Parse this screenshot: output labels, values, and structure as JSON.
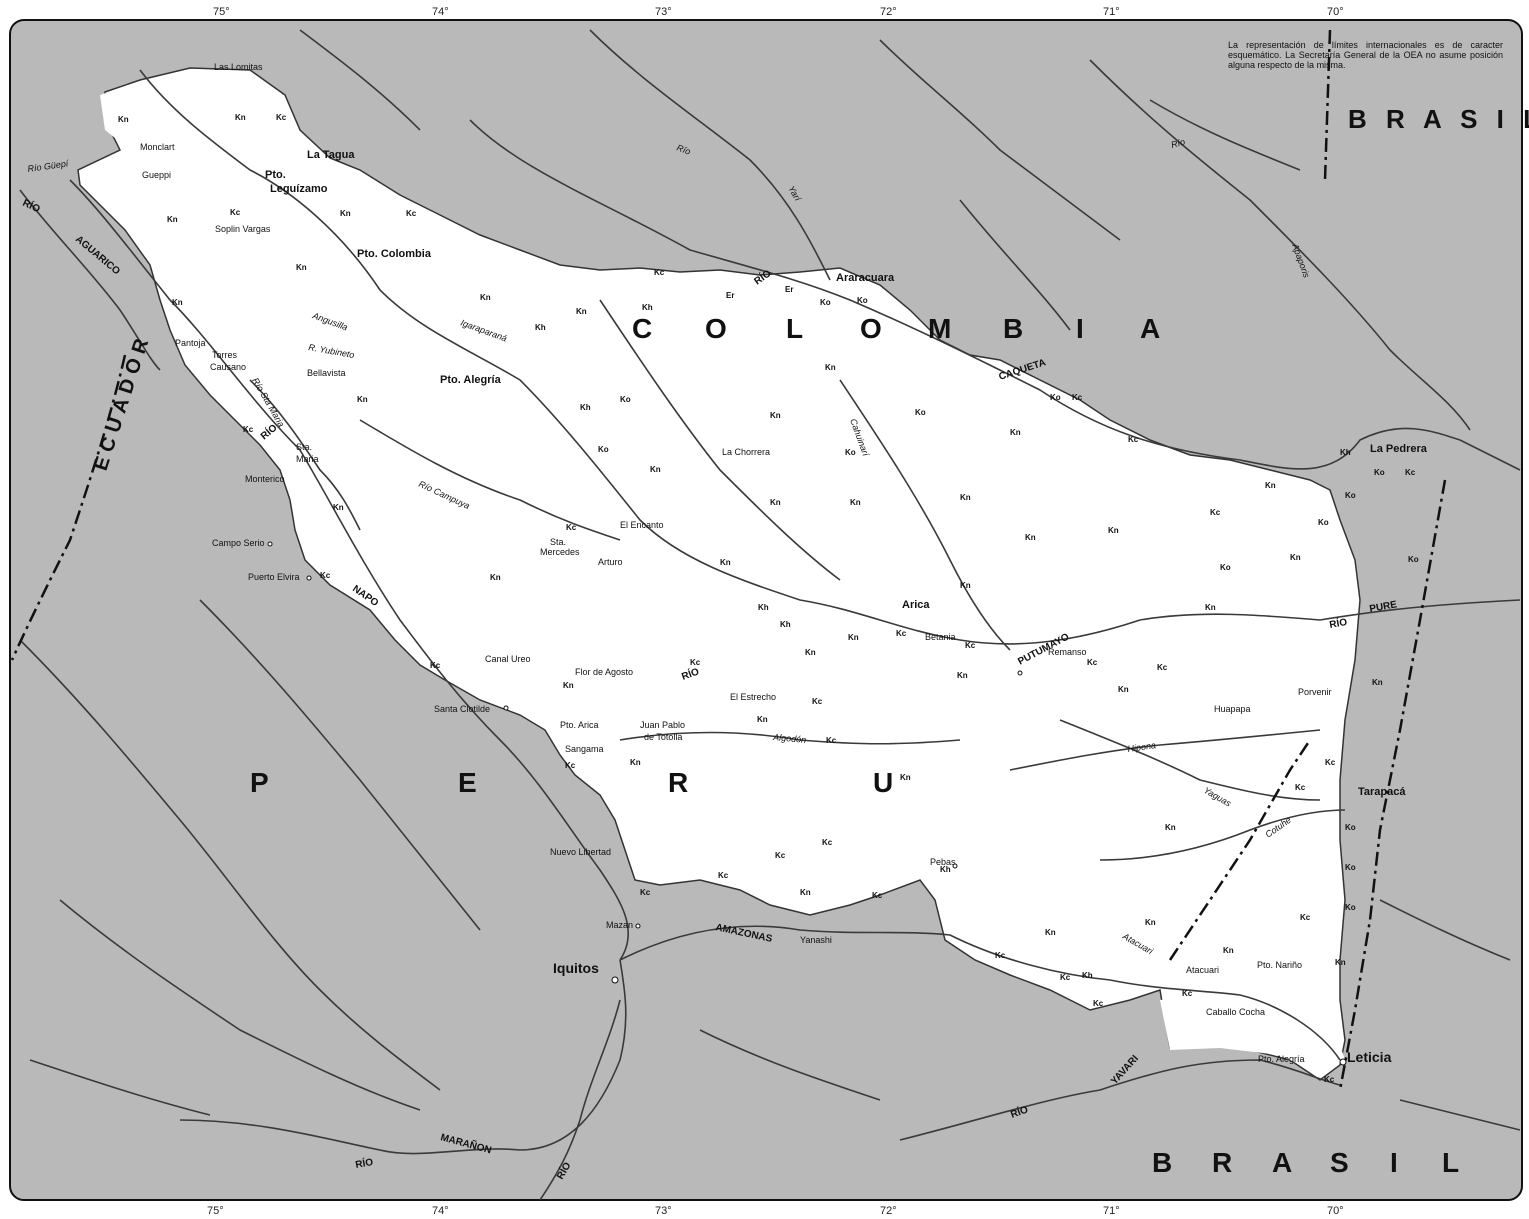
{
  "map": {
    "disclaimer": "La representación de límites internacionales es de caracter esquemático. La Secretaría General de la OEA no asume posición alguna respecto de la misma.",
    "colors": {
      "land_outside": "#b9b9b9",
      "study_area": "#ffffff",
      "rivers": "#3a3a3a",
      "border": "#111111"
    },
    "longitude_ticks": [
      "75°",
      "74°",
      "73°",
      "72°",
      "71°",
      "70°"
    ],
    "countries": {
      "colombia": [
        "C",
        "O",
        "L",
        "O",
        "M",
        "B",
        "I",
        "A"
      ],
      "peru": [
        "P",
        "E",
        "R",
        "U"
      ],
      "brasil_top": "B R A S I L",
      "brasil_bottom": [
        "B",
        "R",
        "A",
        "S",
        "I",
        "L"
      ],
      "ecuador": "ECUADOR"
    },
    "places": {
      "las_lomitas": "Las Lomitas",
      "monclart": "Monclart",
      "gueppi": "Gueppi",
      "la_tagua": "La Tagua",
      "pto_leguizamo_1": "Pto.",
      "pto_leguizamo_2": "Leguízamo",
      "soplin_vargas": "Soplin Vargas",
      "pto_colombia": "Pto. Colombia",
      "araracuara": "Araracuara",
      "pantoja": "Pantoja",
      "torres_causano_1": "Torres",
      "torres_causano_2": "Causano",
      "bellavista": "Bellavista",
      "pto_alegria": "Pto. Alegría",
      "sta_maria_1": "Sta.",
      "sta_maria_2": "Maria",
      "monterico": "Monterico",
      "la_chorrera": "La Chorrera",
      "campo_serio": "Campo Serio",
      "puerto_elvira": "Puerto Elvira",
      "sta_mercedes_1": "Sta.",
      "sta_mercedes_2": "Mercedes",
      "el_encanto": "El Encanto",
      "pto_arturo": "Arturo",
      "arica": "Arica",
      "betania": "Betania",
      "la_pedrera": "La Pedrera",
      "flor_de_agosto": "Flor de Agosto",
      "canal_ureo": "Canal Ureo",
      "el_estrecho": "El Estrecho",
      "remanso": "Remanso",
      "huapapa": "Huapapa",
      "porvenir": "Porvenir",
      "santa_clotilde": "Santa Clotilde",
      "pto_arica": "Pto. Arica",
      "juan_pablo_1": "Juan Pablo",
      "juan_pablo_2": "de Totolla",
      "sangama": "Sangama",
      "tarapaca": "Tarapacá",
      "nuevo_libertad": "Nuevo Libertad",
      "pebas": "Pebas",
      "mazan": "Mazan",
      "yanashi": "Yanashi",
      "iquitos": "Iquitos",
      "atacuari": "Atacuari",
      "pto_narino": "Pto. Nariño",
      "caballo_cocha": "Caballo Cocha",
      "pto_alegria_south": "Pto. Alegría",
      "leticia": "Leticia"
    },
    "rivers": {
      "guepi": "Río Güepí",
      "aguarico_rio": "RÍO",
      "aguarico": "AGUARICO",
      "caqueta_rio": "RÍO",
      "caqueta": "CAQUETA",
      "napo": "NAPO",
      "putumayo": "PUTUMAYO",
      "amazonas": "AMAZONAS",
      "yavari": "YAVARI",
      "yavari_rio": "RÍO",
      "maranon": "MARAÑON",
      "maranon_rio": "RÍO",
      "ucayali_rio": "RÍO",
      "yari": "Yarí",
      "rio_yari": "Río",
      "rio_top": "Río",
      "apaporis": "Apaporis",
      "pure": "PURE",
      "pure_rio": "RÍO",
      "algodon": "Algodón",
      "hipona": "Hipona",
      "rio_napo_pe": "RÍO",
      "rio_putumayo_pe": "RÍO",
      "campuya": "Río Campuya",
      "yubineto": "R. Yubineto",
      "angusilla": "Angusilla",
      "sta_maria_river": "Río Sta Maria",
      "yaguas": "Yaguas",
      "cotuhe": "Cotuhe",
      "atacuari_river": "Atacuari",
      "cahuinari": "Cahuinarí",
      "igaraparana": "Igaraparaná"
    },
    "geology": [
      "Kn",
      "Kc",
      "Kh",
      "Ko",
      "Er"
    ]
  }
}
